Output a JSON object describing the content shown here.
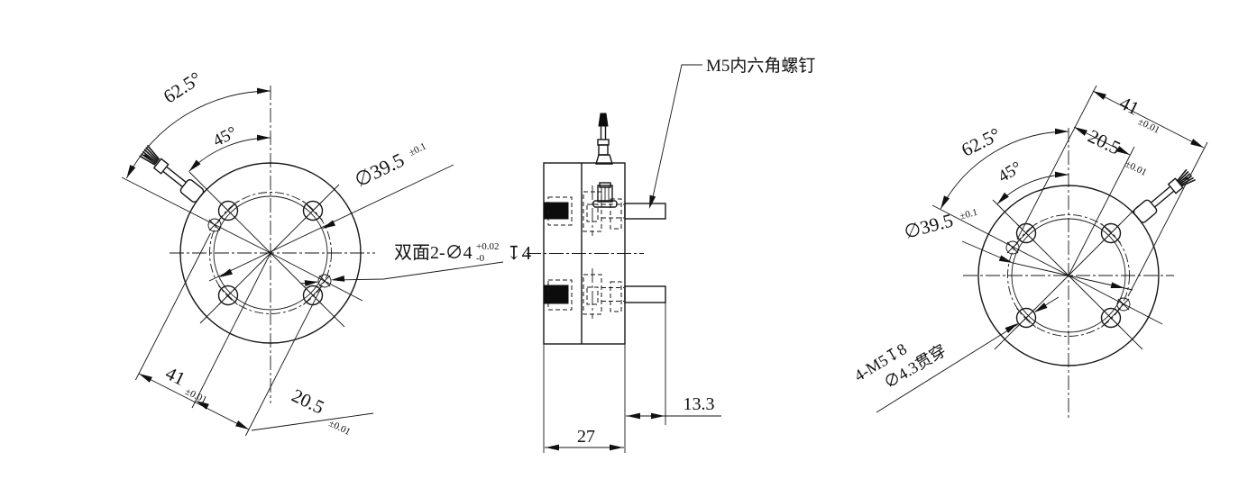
{
  "left_view": {
    "angle_625": "62.5°",
    "angle_45": "45°",
    "dia_main": "∅39.5",
    "dia_main_tol": "±0.1",
    "pin_note": "双面2-∅4",
    "pin_tol_up": "+0.02",
    "pin_tol_dn": "-0",
    "pin_depth": "↧4",
    "dim_41": "41",
    "dim_41_tol": "±0.01",
    "dim_205": "20.5",
    "dim_205_tol": "±0.01"
  },
  "side_view": {
    "screw_label": "M5内六角螺钉",
    "dim_tab": "13.3",
    "dim_width": "27"
  },
  "right_view": {
    "angle_625": "62.5°",
    "angle_45": "45°",
    "dia_main": "∅39.5",
    "dia_main_tol": "±0.1",
    "dim_41": "41",
    "dim_41_tol": "±0.01",
    "dim_205": "20.5",
    "dim_205_tol": "±0.01",
    "tap_note_1": "4-M5↧8",
    "tap_note_2": "∅4.3贯穿"
  }
}
